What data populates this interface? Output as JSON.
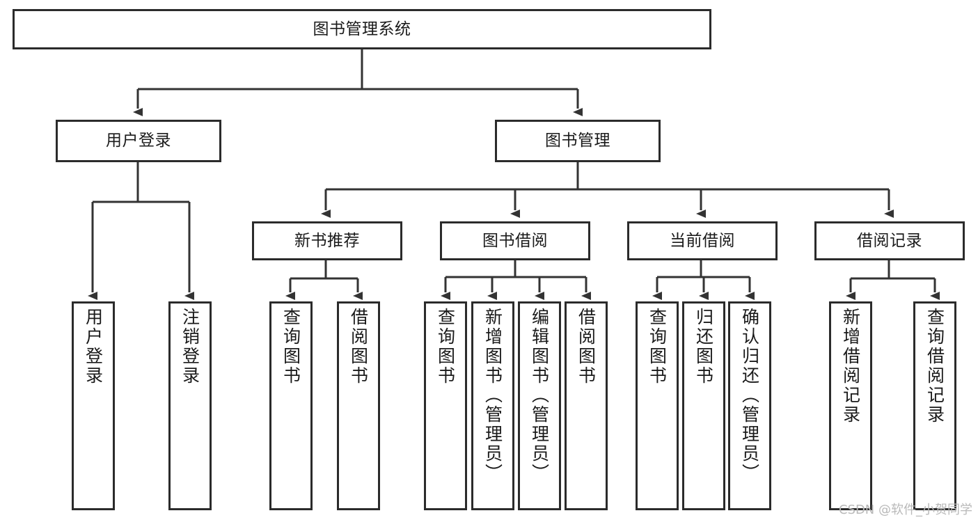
{
  "diagram": {
    "title": "图书管理系统",
    "type": "tree",
    "watermark": "CSDN @软件_小贺同学",
    "colors": {
      "border": "#2b2b2b",
      "fill": "#ffffff",
      "line": "#333333",
      "text": "#1a1a1a",
      "watermark": "#b9b9b9"
    },
    "root": {
      "label": "图书管理系统"
    },
    "level2": [
      {
        "label": "用户登录"
      },
      {
        "label": "图书管理"
      }
    ],
    "level3": [
      {
        "label": "新书推荐"
      },
      {
        "label": "图书借阅"
      },
      {
        "label": "当前借阅"
      },
      {
        "label": "借阅记录"
      }
    ],
    "leaves": {
      "user_login": [
        {
          "label": "用户登录"
        },
        {
          "label": "注销登录"
        }
      ],
      "new_book": [
        {
          "label": "查询图书"
        },
        {
          "label": "借阅图书"
        }
      ],
      "book_borrow": [
        {
          "label": "查询图书"
        },
        {
          "label": "新增图书（管理员）"
        },
        {
          "label": "编辑图书（管理员）"
        },
        {
          "label": "借阅图书"
        }
      ],
      "current_borrow": [
        {
          "label": "查询图书"
        },
        {
          "label": "归还图书"
        },
        {
          "label": "确认归还（管理员）"
        }
      ],
      "borrow_record": [
        {
          "label": "新增借阅记录"
        },
        {
          "label": "查询借阅记录"
        }
      ]
    }
  }
}
